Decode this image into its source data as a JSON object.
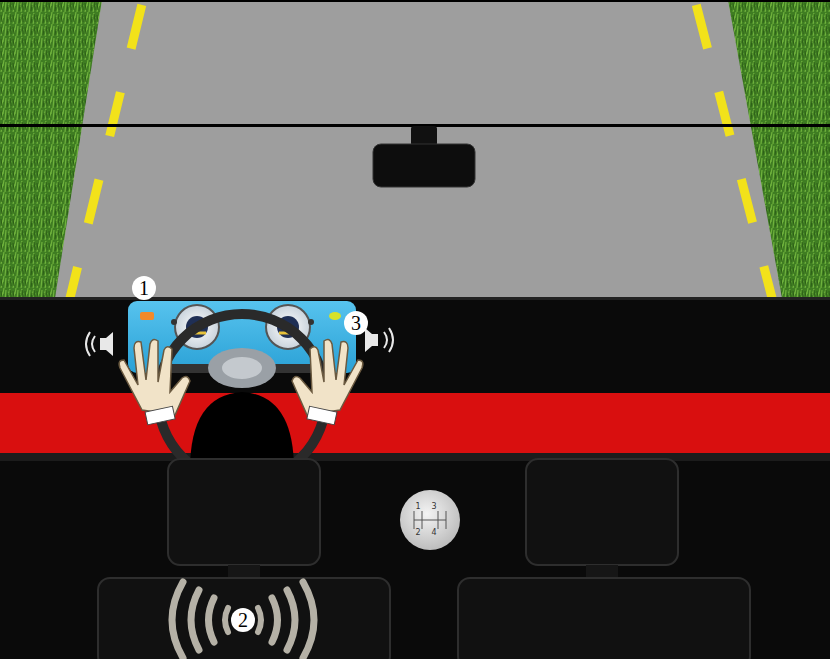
{
  "diagram": {
    "labels": [
      "1",
      "2",
      "3",
      "1",
      "3",
      "2",
      "4"
    ]
  }
}
